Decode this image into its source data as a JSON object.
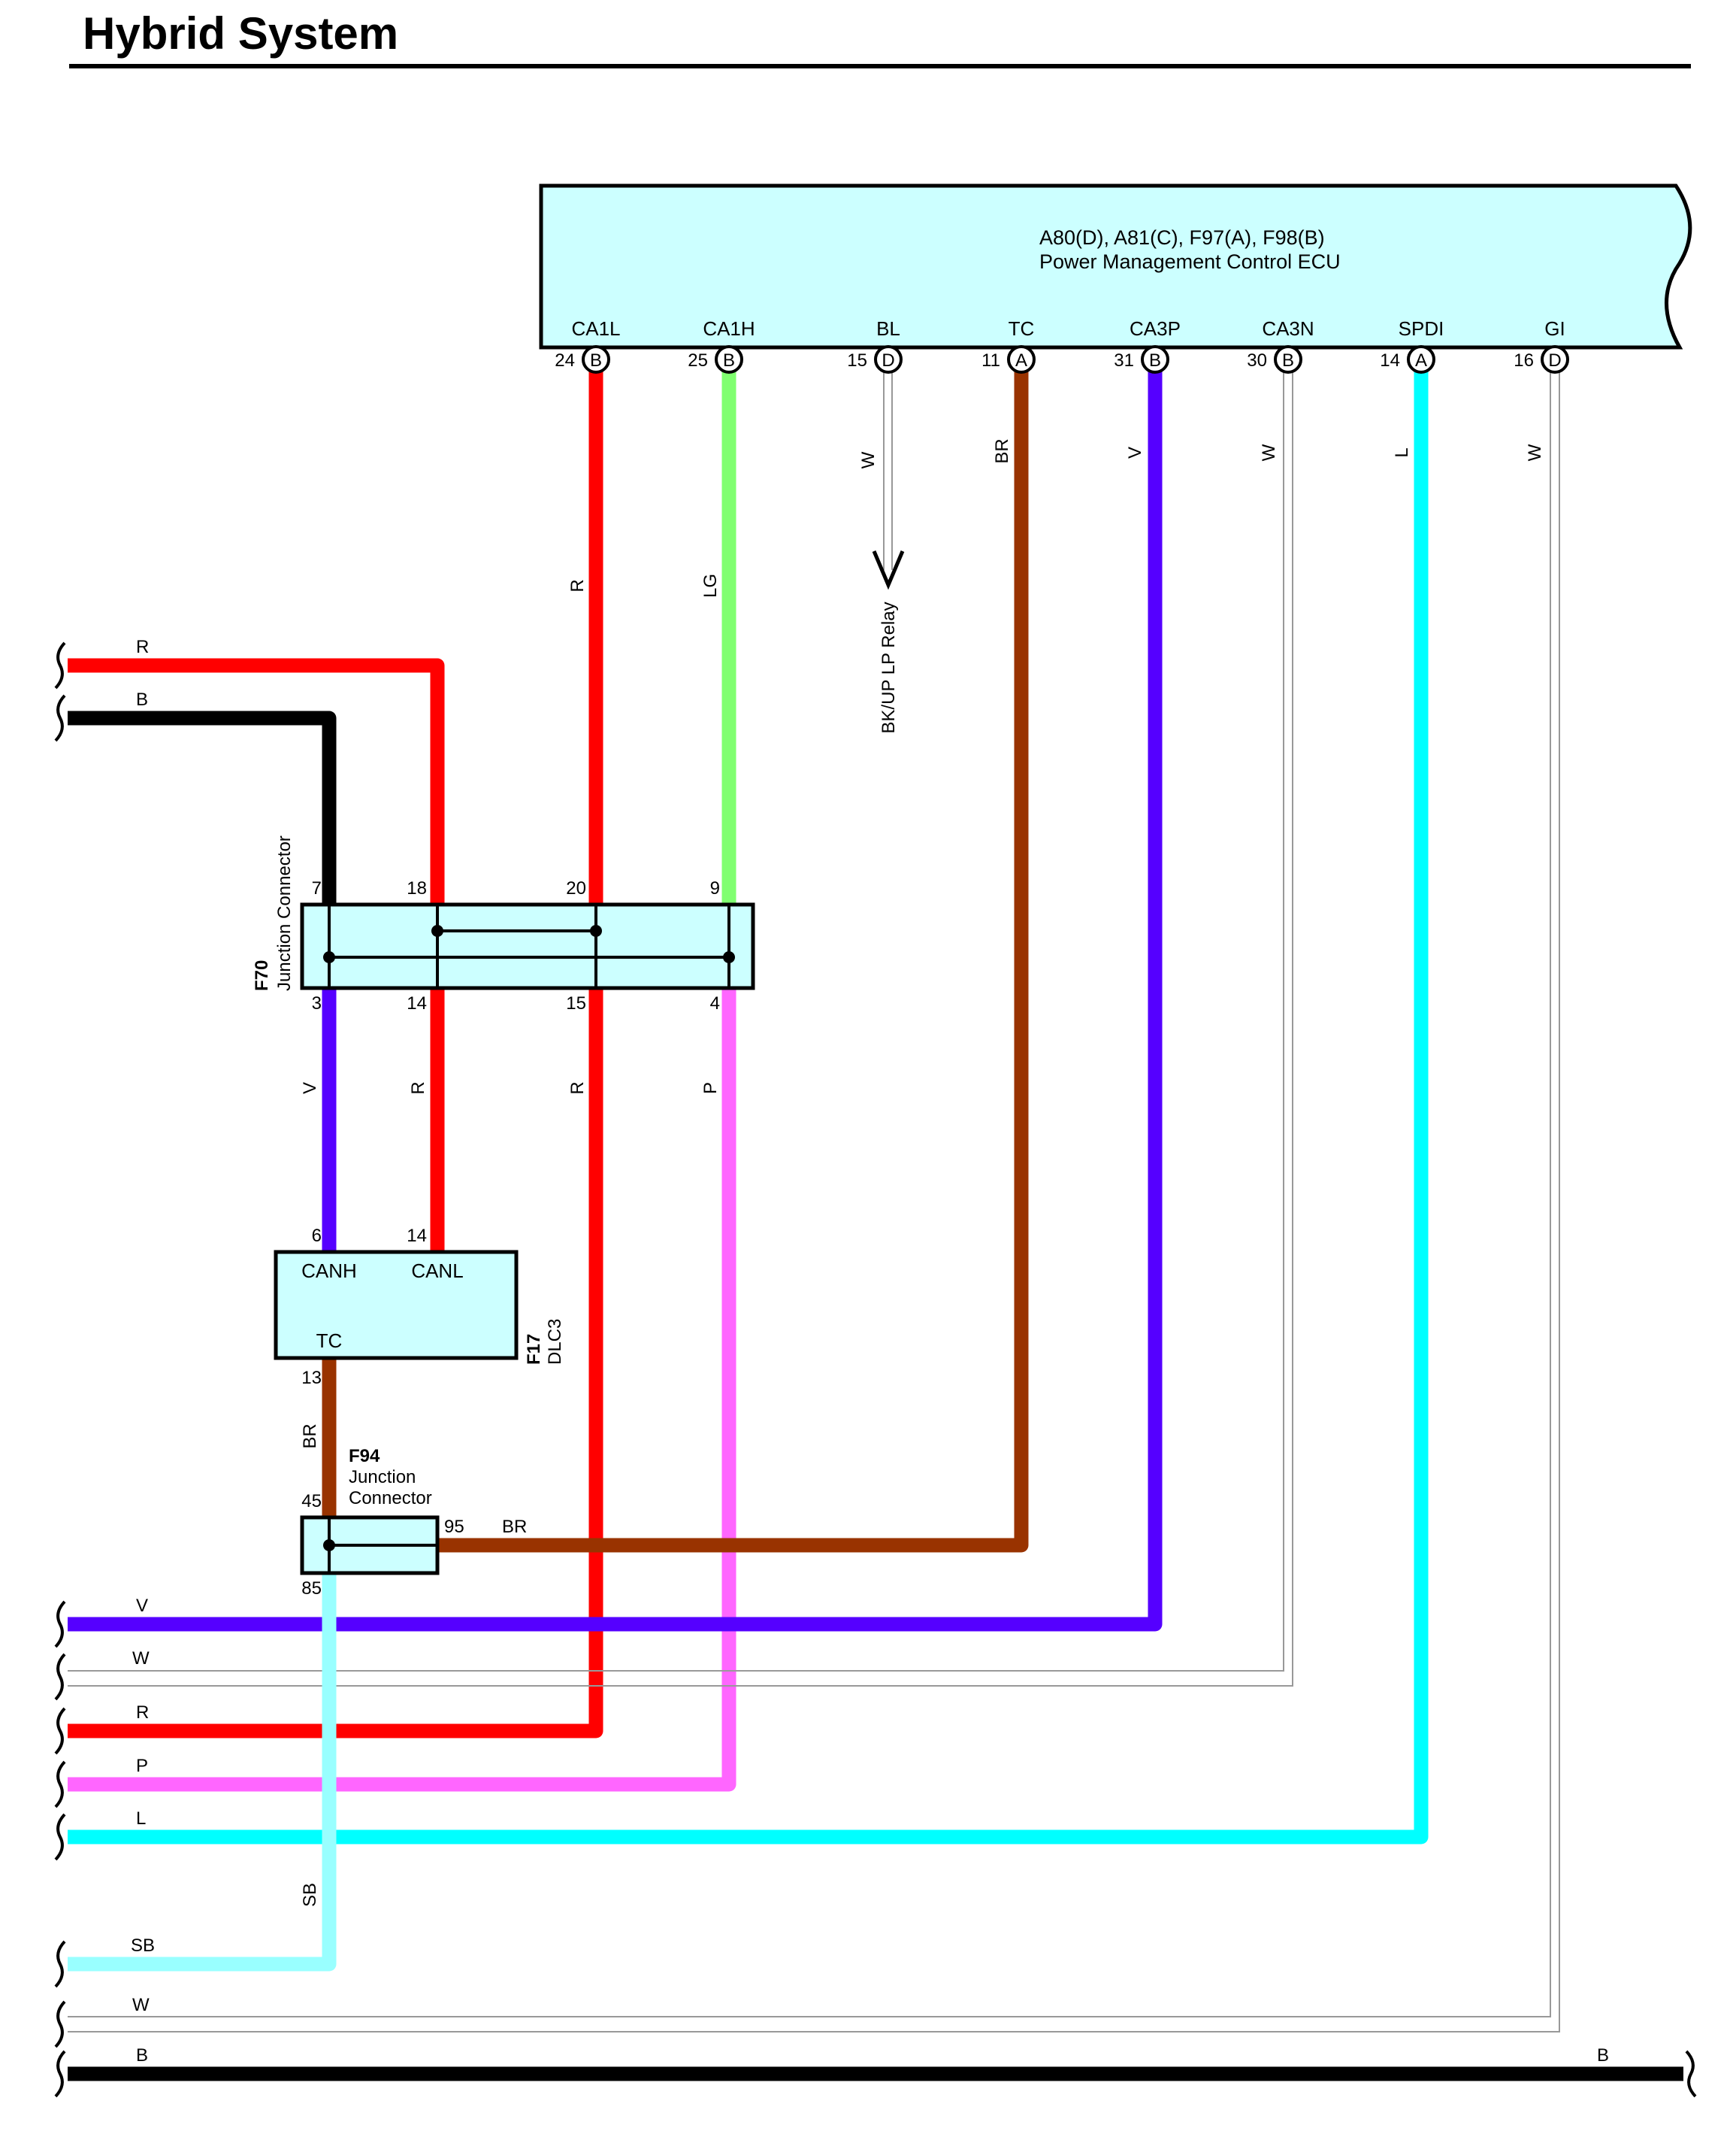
{
  "title": "Hybrid System",
  "ecu": {
    "id": "A80(D), A81(C), F97(A), F98(B)",
    "name": "Power Management Control ECU",
    "pins": [
      {
        "signal": "CA1L",
        "num": "24",
        "conn": "B",
        "wire": "R"
      },
      {
        "signal": "CA1H",
        "num": "25",
        "conn": "B",
        "wire": "LG"
      },
      {
        "signal": "BL",
        "num": "15",
        "conn": "D",
        "wire": "W"
      },
      {
        "signal": "TC",
        "num": "11",
        "conn": "A",
        "wire": "BR"
      },
      {
        "signal": "CA3P",
        "num": "31",
        "conn": "B",
        "wire": "V"
      },
      {
        "signal": "CA3N",
        "num": "30",
        "conn": "B",
        "wire": "W"
      },
      {
        "signal": "SPDI",
        "num": "14",
        "conn": "A",
        "wire": "L"
      },
      {
        "signal": "GI",
        "num": "16",
        "conn": "D",
        "wire": "W"
      }
    ]
  },
  "relay_label": "BK/UP LP Relay",
  "f70": {
    "id": "F70",
    "name": "Junction Connector",
    "top_pins": [
      "7",
      "18",
      "20",
      "9"
    ],
    "bottom_pins": [
      "3",
      "14",
      "15",
      "4"
    ]
  },
  "f70_lower_wires": [
    "V",
    "R",
    "R",
    "P"
  ],
  "f70_upper_wire_label": "R",
  "f17": {
    "id": "F17",
    "name": "DLC3",
    "pins": {
      "canh": "CANH",
      "canl": "CANL",
      "tc": "TC"
    },
    "pin_nums": {
      "canh": "6",
      "canl": "14",
      "tc": "13"
    }
  },
  "f94": {
    "id": "F94",
    "name_line1": "Junction",
    "name_line2": "Connector",
    "pin_top": "45",
    "pin_right": "95",
    "pin_bottom": "85",
    "wire_right": "BR"
  },
  "tc_wire_label": "BR",
  "sb_wire_label": "SB",
  "left_wires_top": [
    "R",
    "B"
  ],
  "left_wires_bottom": [
    "V",
    "W",
    "R",
    "P",
    "L",
    "SB",
    "W",
    "B"
  ],
  "ground_right_label": "B",
  "colors": {
    "R": "#ff0000",
    "LG": "#80ff70",
    "BR": "#993300",
    "V": "#5500ff",
    "L": "#00ffff",
    "P": "#ff66ff",
    "SB": "#99ffff",
    "B": "#000000",
    "W": "#ffffff",
    "box": "#ccffff"
  }
}
